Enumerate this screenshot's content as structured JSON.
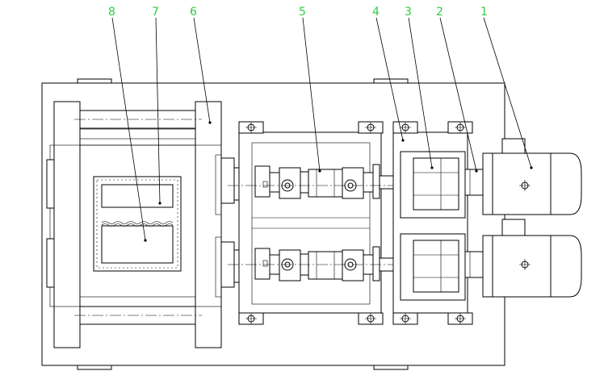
{
  "callouts": [
    {
      "id": "1",
      "label": "1"
    },
    {
      "id": "2",
      "label": "2"
    },
    {
      "id": "3",
      "label": "3"
    },
    {
      "id": "4",
      "label": "4"
    },
    {
      "id": "5",
      "label": "5"
    },
    {
      "id": "6",
      "label": "6"
    },
    {
      "id": "7",
      "label": "7"
    },
    {
      "id": "8",
      "label": "8"
    }
  ],
  "colors": {
    "line": "#000000",
    "label": "#2ecc40",
    "background": "#ffffff"
  }
}
